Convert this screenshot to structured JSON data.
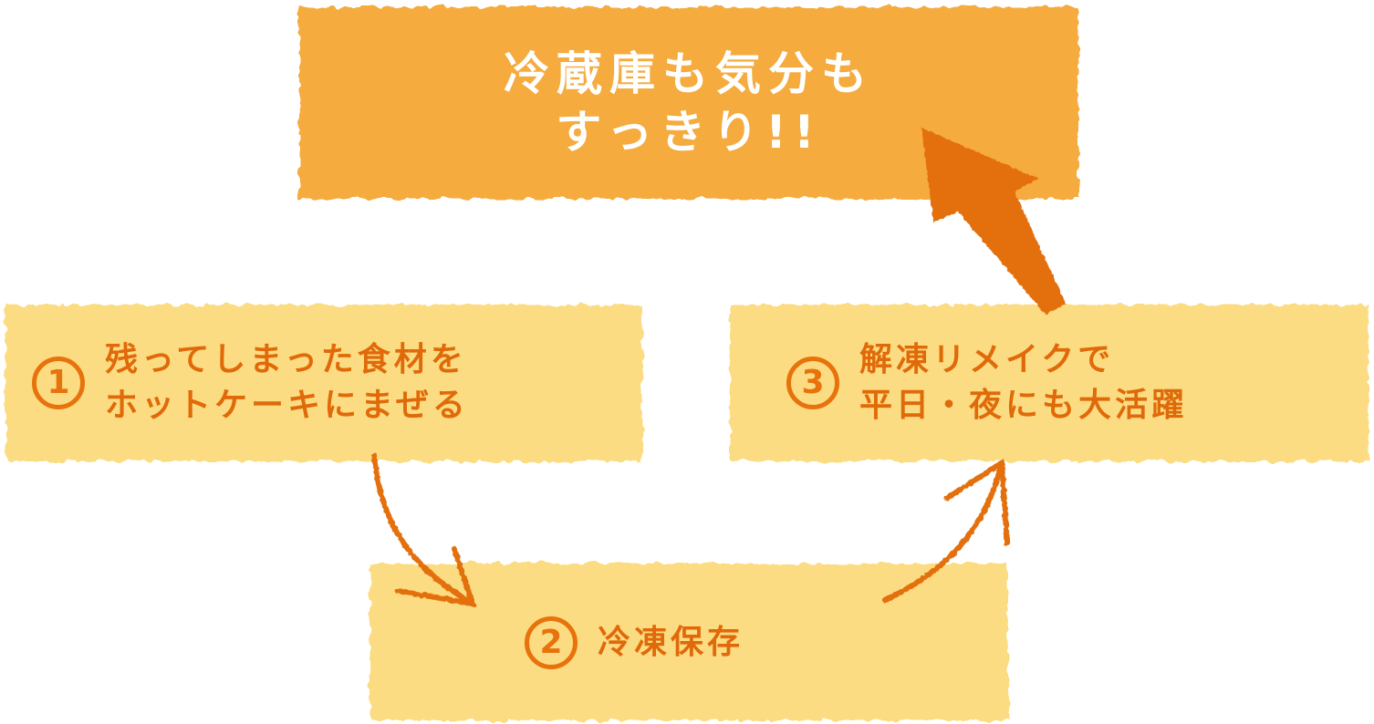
{
  "colors": {
    "goal_fill": "#f5ab3c",
    "step_fill": "#fcdc82",
    "accent": "#e8720c",
    "arrow": "#e36f10",
    "goal_text": "#ffffff"
  },
  "goal": {
    "line1": "冷蔵庫も気分も",
    "line2": "すっきり!!"
  },
  "steps": [
    {
      "number": "1",
      "line1": "残ってしまった食材を",
      "line2": "ホットケーキにまぜる"
    },
    {
      "number": "2",
      "line1": "冷凍保存"
    },
    {
      "number": "3",
      "line1": "解凍リメイクで",
      "line2": "平日・夜にも大活躍"
    }
  ]
}
